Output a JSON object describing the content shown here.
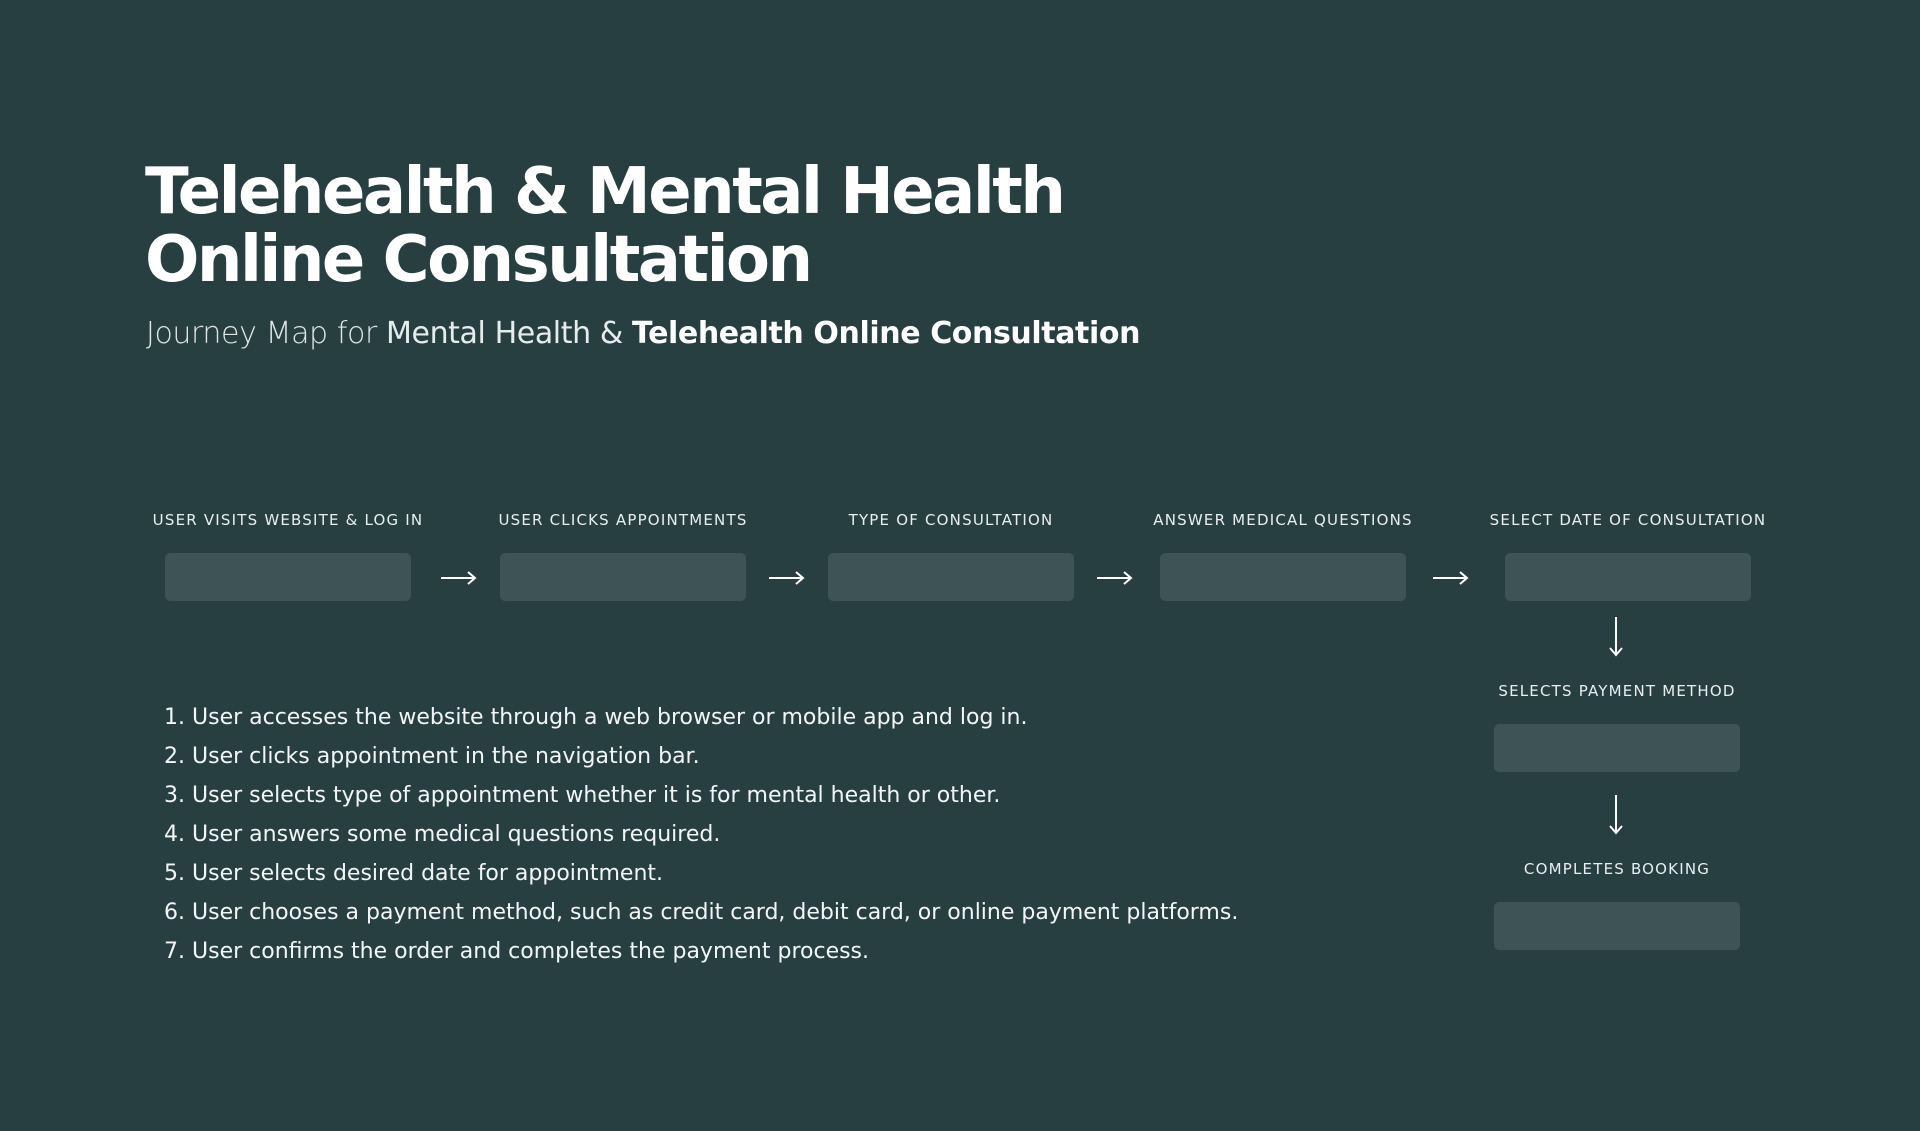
{
  "title": {
    "line1": "Telehealth & Mental Health",
    "line2": "Online Consultation"
  },
  "subtitle": {
    "part1": "Journey Map for ",
    "part2": "Mental Health & ",
    "part3": "Telehealth Online Consultation"
  },
  "flow": {
    "steps": [
      "USER VISITS WEBSITE & LOG IN",
      "USER CLICKS APPOINTMENTS",
      "TYPE OF CONSULTATION",
      "ANSWER MEDICAL QUESTIONS",
      "SELECT DATE OF CONSULTATION",
      "SELECTS PAYMENT METHOD",
      "COMPLETES BOOKING"
    ]
  },
  "description": {
    "items": [
      "User accesses the website through a web browser or mobile app and log in.",
      "User clicks appointment in the navigation bar.",
      "User selects type of appointment whether it is for mental health or other.",
      "User answers some medical questions required.",
      "User selects desired date for appointment.",
      "User chooses a payment method, such as credit card, debit card, or online payment platforms.",
      "User confirms the order and completes the payment process."
    ]
  },
  "colors": {
    "background": "#283f42",
    "box": "#3d5355",
    "text": "#ffffff"
  }
}
